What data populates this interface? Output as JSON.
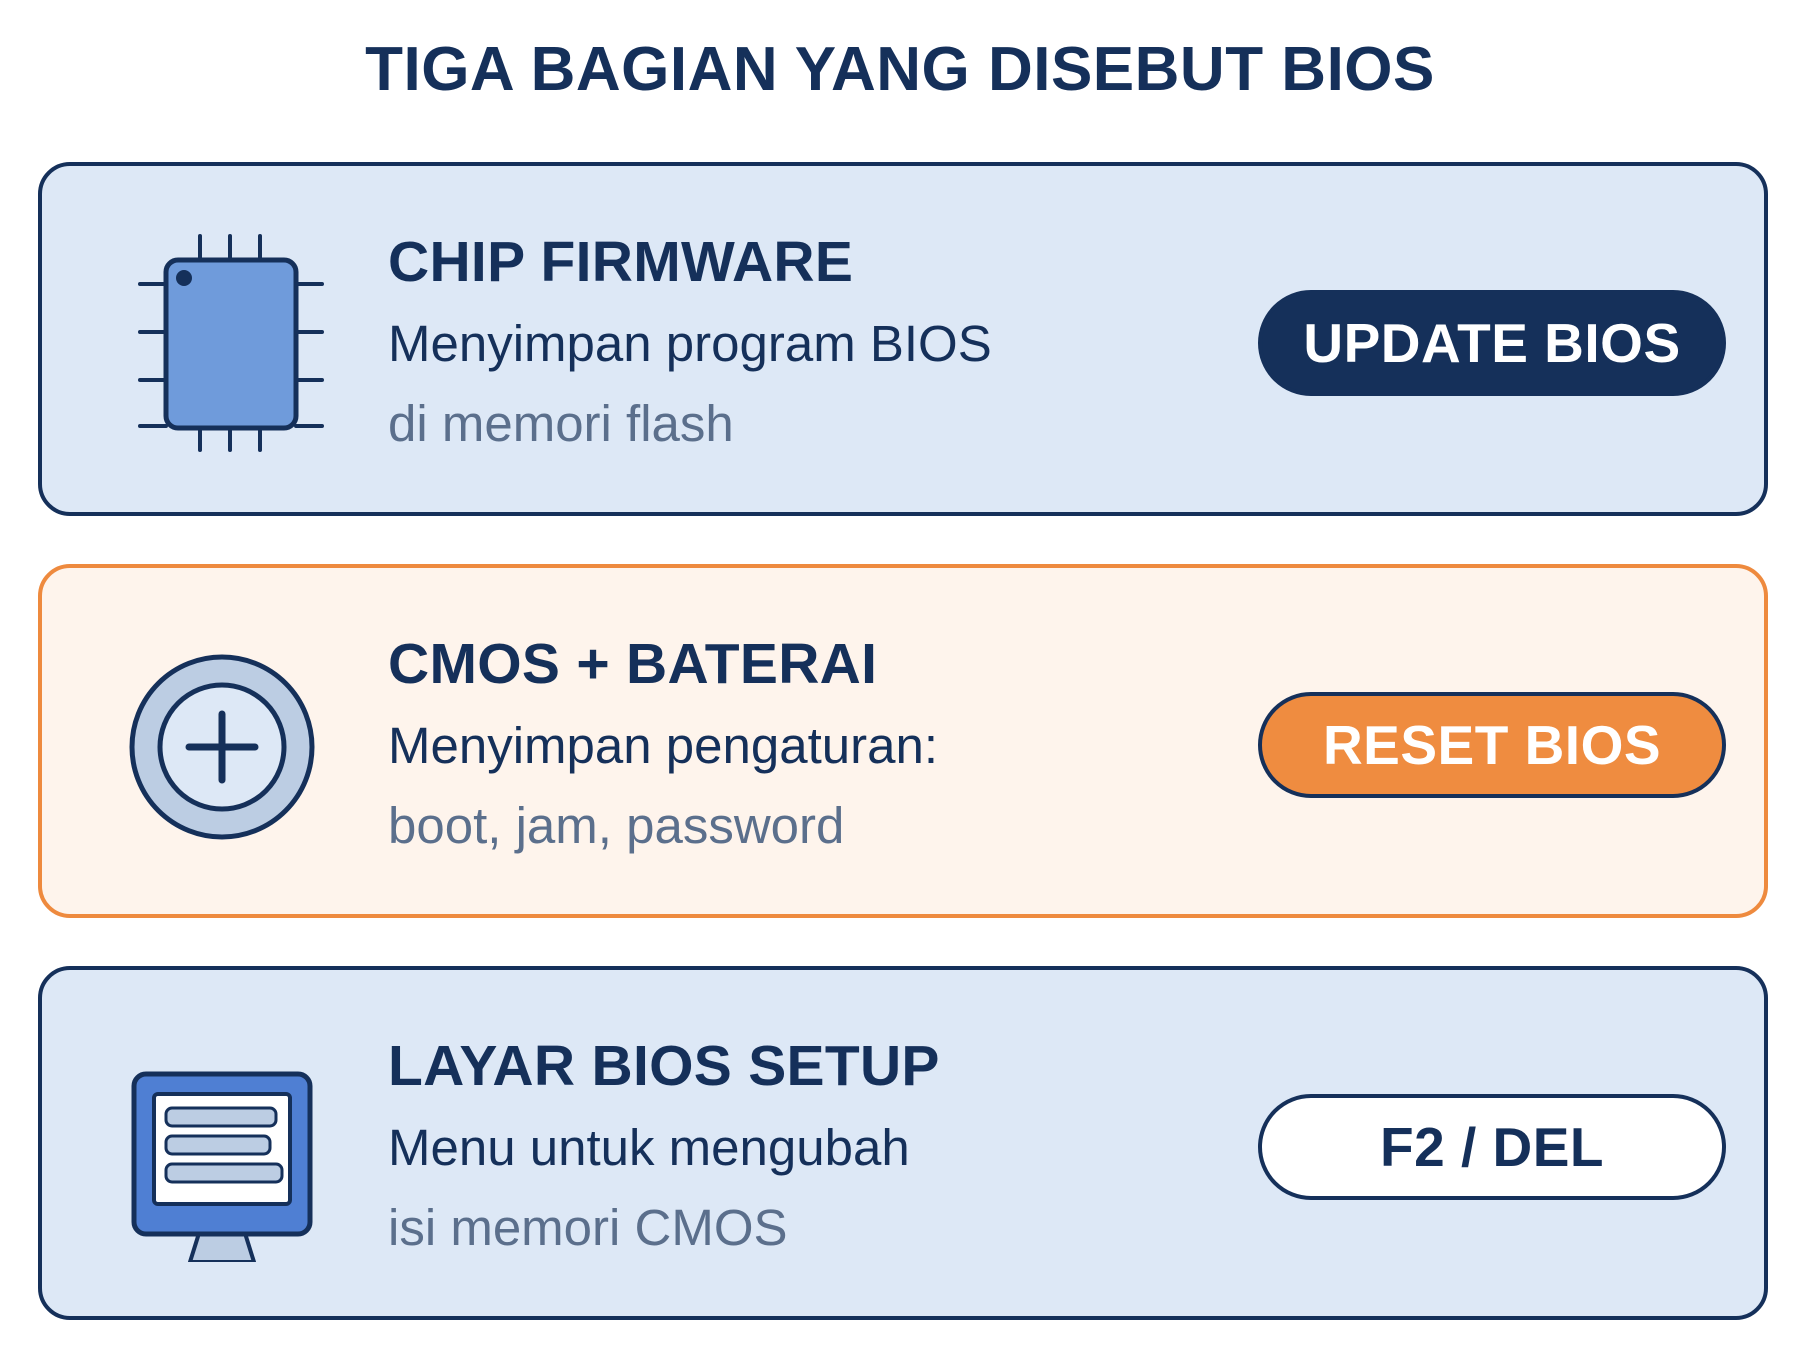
{
  "title": "TIGA BAGIAN YANG DISEBUT BIOS",
  "colors": {
    "navy": "#15305a",
    "blue_panel": "#dde8f6",
    "orange_accent": "#ee8a3e",
    "orange_panel": "#fef4ec",
    "muted_text": "#5b6f8c"
  },
  "cards": [
    {
      "icon": "chip-icon",
      "heading": "CHIP FIRMWARE",
      "line1": "Menyimpan program BIOS",
      "line2": "di memori flash",
      "button": "UPDATE BIOS"
    },
    {
      "icon": "battery-icon",
      "heading": "CMOS + BATERAI",
      "line1": "Menyimpan pengaturan:",
      "line2": "boot, jam, password",
      "button": "RESET BIOS"
    },
    {
      "icon": "monitor-icon",
      "heading": "LAYAR BIOS SETUP",
      "line1": "Menu untuk mengubah",
      "line2": "isi memori CMOS",
      "button": "F2 / DEL"
    }
  ]
}
